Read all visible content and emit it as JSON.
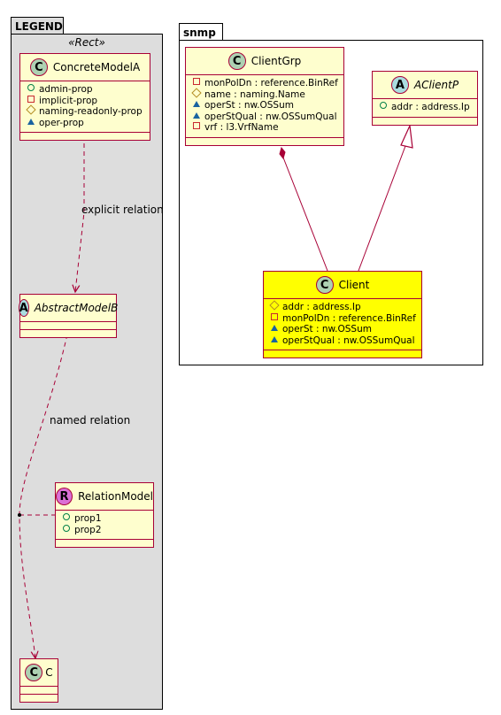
{
  "legend": {
    "title": "LEGEND",
    "stereotype": "«Rect»",
    "classes": {
      "concrete": {
        "name": "ConcreteModelA",
        "badge": "C",
        "attrs": [
          {
            "vis": "pub",
            "text": "admin-prop"
          },
          {
            "vis": "priv",
            "text": "implicit-prop"
          },
          {
            "vis": "prot",
            "text": "naming-readonly-prop"
          },
          {
            "vis": "pkgv",
            "text": "oper-prop"
          }
        ]
      },
      "abstract": {
        "name": "AbstractModelB",
        "badge": "A"
      },
      "relation": {
        "name": "RelationModel",
        "badge": "R",
        "attrs": [
          {
            "vis": "pub",
            "text": "prop1"
          },
          {
            "vis": "pub",
            "text": "prop2"
          }
        ]
      },
      "c": {
        "name": "C",
        "badge": "C"
      }
    },
    "labels": {
      "explicit": "explicit relation",
      "named": "named relation"
    }
  },
  "snmp": {
    "title": "snmp",
    "classes": {
      "clientgrp": {
        "name": "ClientGrp",
        "badge": "C",
        "attrs": [
          {
            "vis": "priv",
            "text": "monPolDn : reference.BinRef"
          },
          {
            "vis": "prot",
            "text": "name : naming.Name"
          },
          {
            "vis": "pkgv",
            "text": "operSt : nw.OSSum"
          },
          {
            "vis": "pkgv",
            "text": "operStQual : nw.OSSumQual"
          },
          {
            "vis": "priv",
            "text": "vrf : l3.VrfName"
          }
        ]
      },
      "aclientp": {
        "name": "AClientP",
        "badge": "A",
        "attrs": [
          {
            "vis": "pub",
            "text": "addr : address.Ip"
          }
        ]
      },
      "client": {
        "name": "Client",
        "badge": "C",
        "attrs": [
          {
            "vis": "prot",
            "text": "addr : address.Ip"
          },
          {
            "vis": "priv",
            "text": "monPolDn : reference.BinRef"
          },
          {
            "vis": "pkgv",
            "text": "operSt : nw.OSSum"
          },
          {
            "vis": "pkgv",
            "text": "operStQual : nw.OSSumQual"
          }
        ]
      }
    }
  },
  "colors": {
    "class_fill": "#fefece",
    "class_border": "#a80036",
    "highlight_fill": "#ffff00",
    "legend_fill": "#dddddd"
  }
}
